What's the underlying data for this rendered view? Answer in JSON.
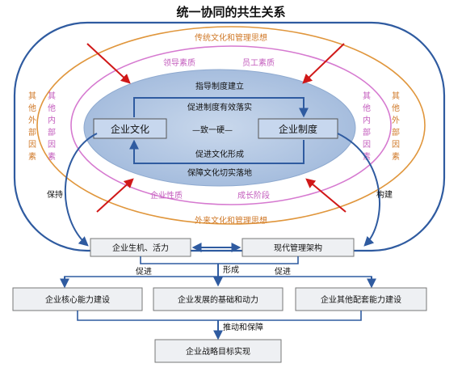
{
  "title": "统一协同的共生关系",
  "rings": {
    "outer_top": "传统文化和管理思想",
    "outer_bottom": "外来文化和管理思想",
    "pink_top_left": "领导素质",
    "pink_top_right": "员工素质",
    "pink_bottom_left": "企业性质",
    "pink_bottom_right": "成长阶段",
    "left_inner_col1": "其他内部因素",
    "left_outer_col2": "其他外部因素",
    "right_inner_col1": "其他内部因素",
    "right_outer_col2": "其他外部因素"
  },
  "core": {
    "top_label": "指导制度建立",
    "upper_label": "促进制度有效落实",
    "left_box": "企业文化",
    "right_box": "企业制度",
    "middle_label": "—致一硬—",
    "lower_label": "促进文化形成",
    "bottom_label": "保障文化切实落地"
  },
  "flow": {
    "left_arrow_label": "保持",
    "right_arrow_label": "构建",
    "box_vitality": "企业生机、活力",
    "box_management": "现代管理架构",
    "form_label": "形成",
    "promote_left": "促进",
    "promote_right": "促进",
    "box_core": "企业核心能力建设",
    "box_foundation": "企业发展的基础和动力",
    "box_other": "企业其他配套能力建设",
    "push_label": "推动和保障",
    "box_goal": "企业战略目标实现"
  },
  "colors": {
    "accent_red": "#d01818",
    "flow_blue": "#2f5ba0",
    "outer_orange": "#e0963c",
    "inner_pink": "#d67ad0",
    "core_fill": "#b7cbe6"
  }
}
